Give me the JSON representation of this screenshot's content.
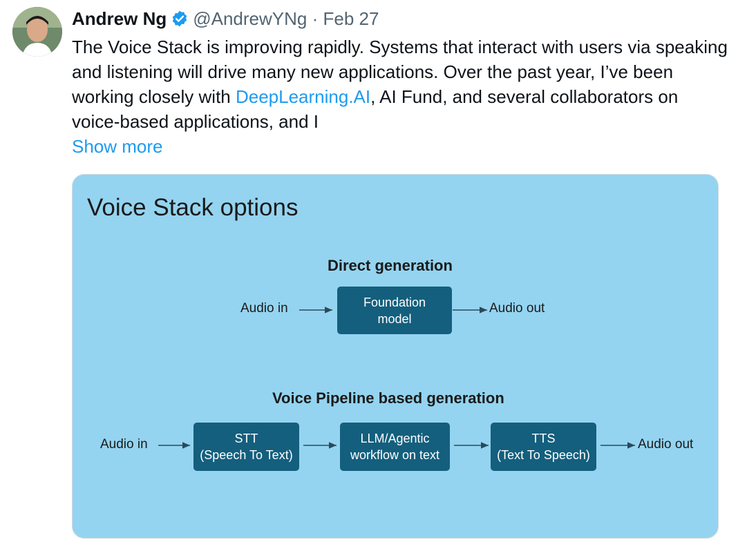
{
  "tweet": {
    "author_name": "Andrew Ng",
    "handle": "@AndrewYNg",
    "separator": "·",
    "date": "Feb 27",
    "text_part1": "The Voice Stack is improving rapidly. Systems that interact with users via speaking and listening will drive many new applications. Over the past year, I’ve been working closely with ",
    "link_text": "DeepLearning.AI",
    "text_part2": ", AI Fund, and several collaborators on voice-based applications, and I",
    "show_more": "Show more"
  },
  "diagram": {
    "title": "Voice Stack options",
    "direct": {
      "heading": "Direct generation",
      "input": "Audio in",
      "box_line1": "Foundation",
      "box_line2": "model",
      "output": "Audio out"
    },
    "pipeline": {
      "heading": "Voice Pipeline based generation",
      "input": "Audio in",
      "stt_line1": "STT",
      "stt_line2": "(Speech To Text)",
      "llm_line1": "LLM/Agentic",
      "llm_line2": "workflow on text",
      "tts_line1": "TTS",
      "tts_line2": "(Text To Speech)",
      "output": "Audio out"
    }
  },
  "colors": {
    "accent": "#1d9bf0",
    "diagram_bg": "#94d4f0",
    "box_fill": "#145f7d"
  }
}
